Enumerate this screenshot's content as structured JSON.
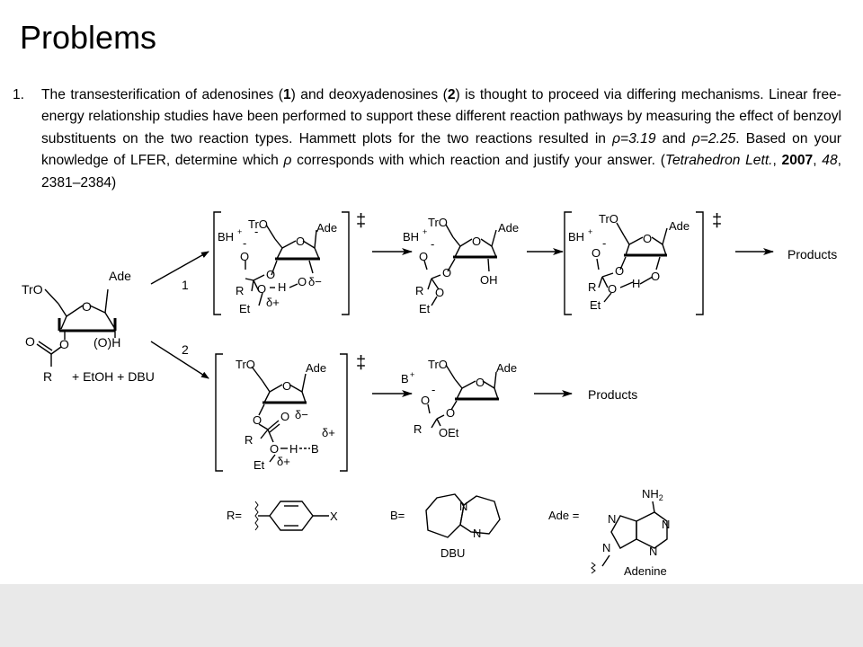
{
  "title": "Problems",
  "problem": {
    "number": "1.",
    "text_before_1": "The transesterification of adenosines (",
    "compound_1": "1",
    "text_between": ") and deoxyadenosines (",
    "compound_2": "2",
    "text_after_2": ") is thought to proceed via differing mechanisms. Linear free-energy relationship studies have been performed to support these different reaction pathways by measuring the effect of benzoyl substituents on the two reaction types. Hammett plots for the two reactions resulted in ",
    "rho_1": "ρ=3.19",
    "and_word": " and ",
    "rho_2": "ρ=2.25",
    "text_after_rho": ". Based on your knowledge of LFER, determine which ",
    "rho_symbol": "ρ",
    "text_final": " corresponds with which reaction and justify your answer. (",
    "journal": "Tetrahedron Lett.",
    "sep1": ", ",
    "year": "2007",
    "sep2": ", ",
    "volume": "48",
    "pages": ", 2381–2384)"
  },
  "scheme": {
    "starting_material": {
      "tro": "TrO",
      "ade": "Ade",
      "ring_o": "O",
      "carbonyl_o": "O",
      "ester_o": "O",
      "oh": "(O)H",
      "r": "R",
      "reagents": "+ EtOH + DBU"
    },
    "pathway_1": {
      "label": "1",
      "ts1": {
        "tro": "TrO",
        "ade": "Ade",
        "ring_o": "O",
        "bh": "BH",
        "plus": "+",
        "minus": "-",
        "o1": "O",
        "o2": "O",
        "o3": "O",
        "r": "R",
        "h": "H",
        "delta_minus": "δ−",
        "delta_plus": "δ+",
        "et": "Et"
      },
      "int": {
        "tro": "TrO",
        "ade": "Ade",
        "ring_o": "O",
        "bh": "BH",
        "plus": "+",
        "minus": "-",
        "o1": "O",
        "o2": "O",
        "o3": "O",
        "r": "R",
        "oh": "OH",
        "et": "Et"
      },
      "ts2": {
        "tro": "TrO",
        "ade": "Ade",
        "ring_o": "O",
        "bh": "BH",
        "plus": "+",
        "minus": "-",
        "o1": "O",
        "o2": "O",
        "o3": "O",
        "r": "R",
        "h": "H",
        "et": "Et"
      },
      "products": "Products",
      "dagger": "‡"
    },
    "pathway_2": {
      "label": "2",
      "ts": {
        "tro": "TrO",
        "ade": "Ade",
        "ring_o": "O",
        "o1": "O",
        "o2": "O",
        "o3": "O",
        "r": "R",
        "h": "H",
        "b": "B",
        "delta_minus": "δ−",
        "delta_plus": "δ+",
        "et": "Et"
      },
      "int": {
        "tro": "TrO",
        "ade": "Ade",
        "ring_o": "O",
        "b": "B",
        "plus": "+",
        "minus": "-",
        "o1": "O",
        "o2": "O",
        "r": "R",
        "oet": "OEt"
      },
      "products": "Products",
      "dagger": "‡"
    },
    "legend": {
      "r_label": "R=",
      "x": "X",
      "b_label": "B=",
      "n1": "N",
      "n2": "N",
      "dbu": "DBU",
      "ade_label": "Ade =",
      "nh": "NH",
      "sub2": "2",
      "adenine_n": "N",
      "adenine": "Adenine"
    }
  },
  "colors": {
    "text": "#000000",
    "footer": "#e9e9e9",
    "background": "#ffffff"
  }
}
